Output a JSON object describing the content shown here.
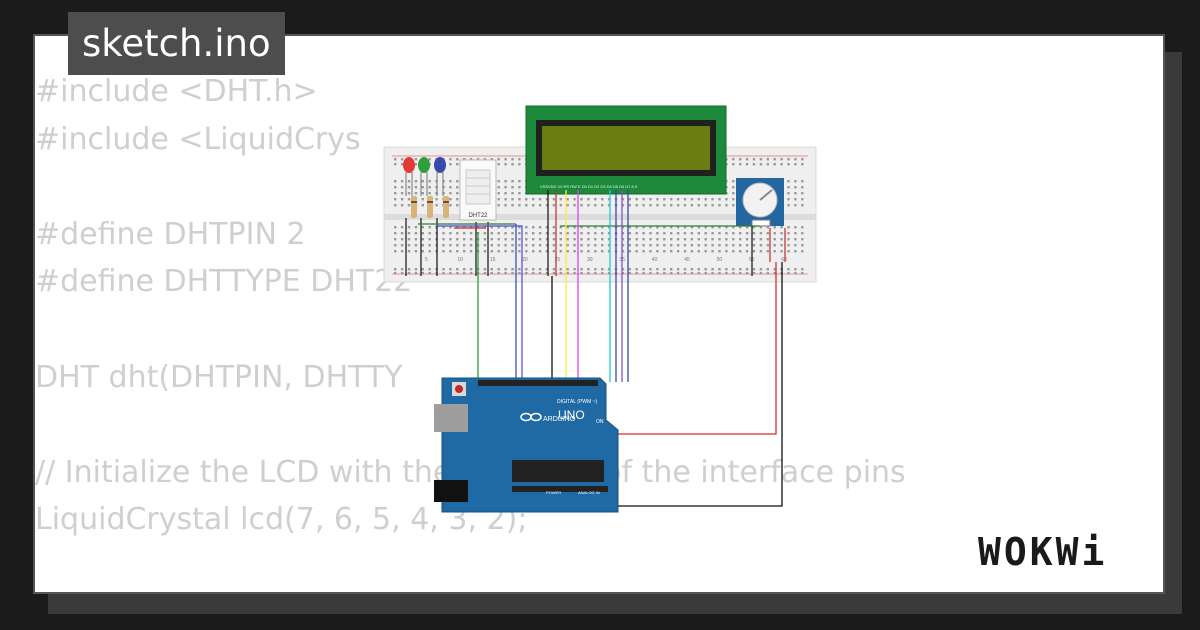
{
  "tab": {
    "title": "sketch.ino"
  },
  "code_lines": [
    "#include <DHT.h>",
    "#include <LiquidCrys",
    "",
    "#define DHTPIN 2",
    "#define DHTTYPE DHT22",
    "",
    "DHT dht(DHTPIN, DHTTY",
    "",
    "// Initialize the LCD with the numbers of the interface pins",
    "LiquidCrystal lcd(7, 6, 5, 4, 3, 2);"
  ],
  "circuit": {
    "sensor_label": "DHT22",
    "board_label": "UNO",
    "board_brand": "ARDUINO",
    "digital_label": "DIGITAL (PWM ~)",
    "analog_label": "ANALOG IN",
    "power_label": "POWER",
    "on_label": "ON",
    "breadboard_numbers": [
      "5",
      "10",
      "15",
      "20",
      "25",
      "30",
      "35",
      "40",
      "45",
      "50",
      "55",
      "60"
    ],
    "lcd_pins": "VSSVDD V0 RS RW E D0 D1 D2 D3 D4 D5 D6 D7 A K"
  },
  "brand": {
    "logo": "WOKWi"
  },
  "colors": {
    "background": "#1b1b1b",
    "card": "#ffffff",
    "tab": "#4d4d4d",
    "code_text": "#cfcfcf",
    "arduino_blue": "#1f6aa5",
    "lcd_green": "#1c8a3a",
    "lcd_screen": "#6b7d12"
  }
}
